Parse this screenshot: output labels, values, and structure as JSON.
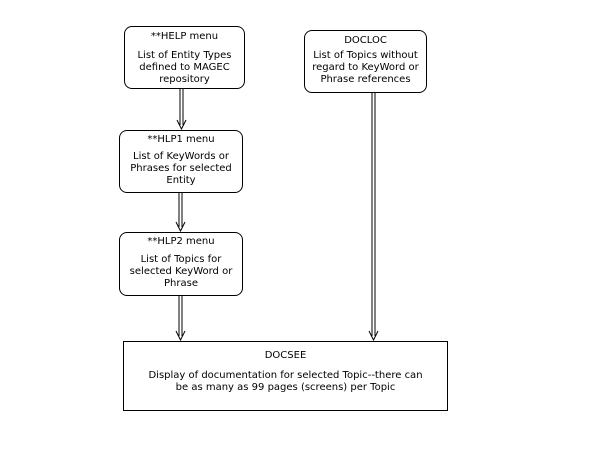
{
  "nodes": {
    "help": {
      "title": "**HELP menu",
      "body": "List of Entity Types defined to MAGEC repository"
    },
    "hlp1": {
      "title": "**HLP1 menu",
      "body": "List of KeyWords or Phrases for selected Entity"
    },
    "hlp2": {
      "title": "**HLP2 menu",
      "body": "List of Topics for selected KeyWord or Phrase"
    },
    "docloc": {
      "title": "DOCLOC",
      "body": "List of Topics without regard to KeyWord or Phrase references"
    },
    "docsee": {
      "title": "DOCSEE",
      "body": "Display of documentation for selected Topic--there can be as many as 99 pages (screens) per Topic"
    }
  },
  "edges": [
    {
      "from": "help",
      "to": "hlp1"
    },
    {
      "from": "hlp1",
      "to": "hlp2"
    },
    {
      "from": "hlp2",
      "to": "docsee"
    },
    {
      "from": "docloc",
      "to": "docsee"
    }
  ]
}
